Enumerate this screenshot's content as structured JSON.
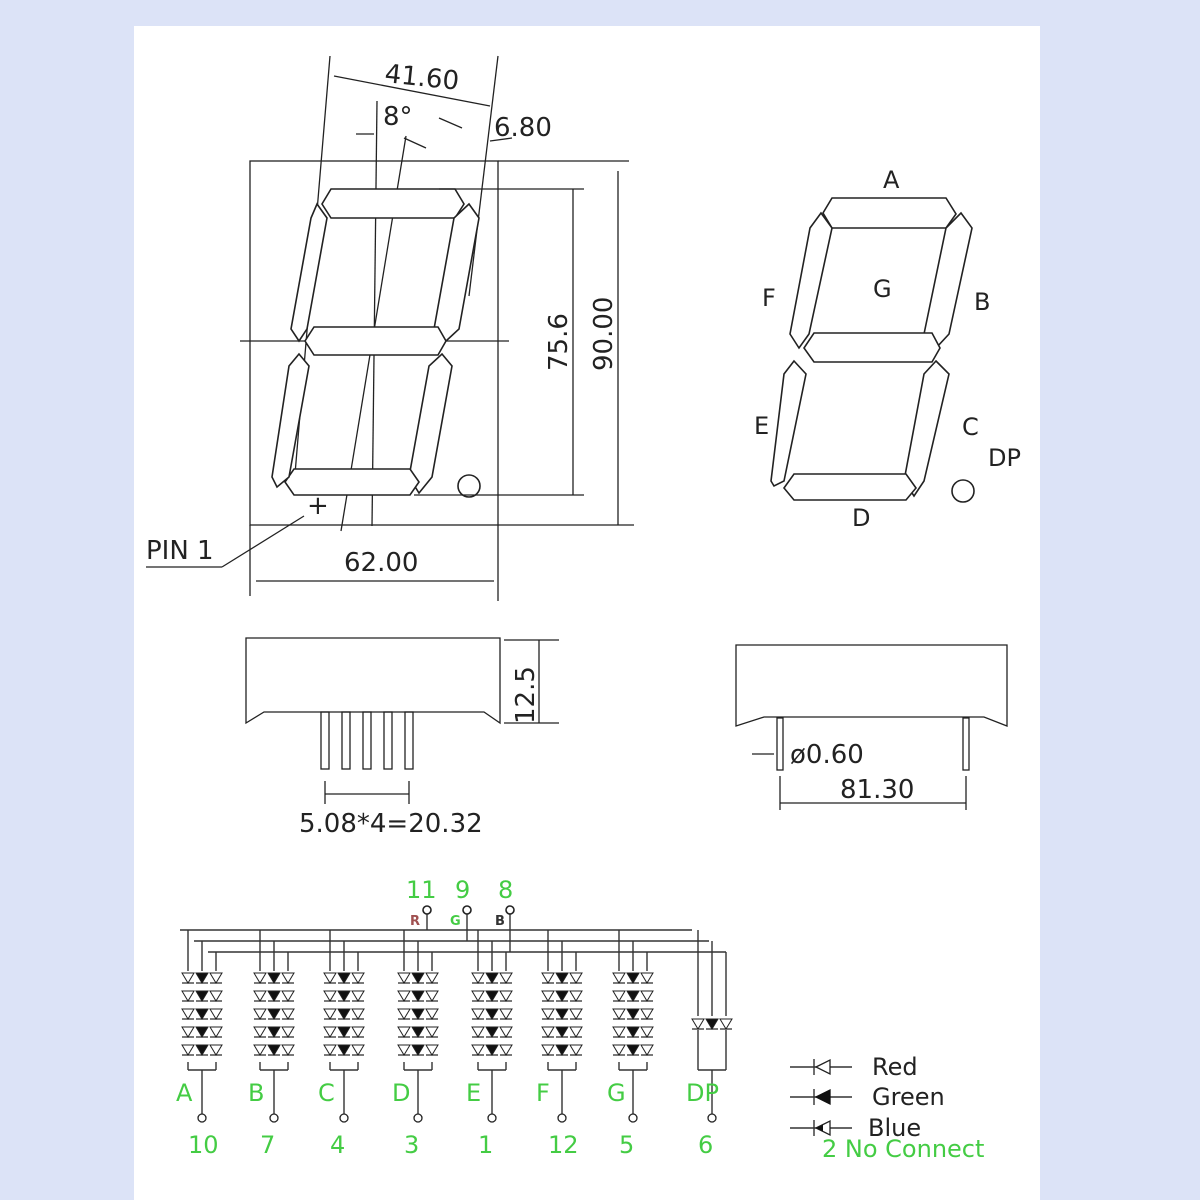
{
  "front_view": {
    "dims": {
      "top_width": "41.60",
      "slant_angle": "8°",
      "segment_width": "6.80",
      "digit_height": "75.6",
      "total_height": "90.00",
      "total_width": "62.00"
    },
    "pin1_label": "PIN 1",
    "pin1_mark": "+"
  },
  "segment_map": {
    "labels": {
      "a": "A",
      "b": "B",
      "c": "C",
      "d": "D",
      "e": "E",
      "f": "F",
      "g": "G",
      "dp": "DP"
    }
  },
  "side_view": {
    "height": "12.5",
    "pin_pitch": "5.08*4=20.32"
  },
  "end_view": {
    "pin_diameter": "ø0.60",
    "pin_span": "81.30"
  },
  "circuit": {
    "common_pins": [
      "11",
      "9",
      "8"
    ],
    "common_tags": [
      "R",
      "G",
      "B"
    ],
    "common_tag_colors": [
      "#a05050",
      "#44cc44",
      "#333333"
    ],
    "segments": [
      {
        "name": "A",
        "pin": "10"
      },
      {
        "name": "B",
        "pin": "7"
      },
      {
        "name": "C",
        "pin": "4"
      },
      {
        "name": "D",
        "pin": "3"
      },
      {
        "name": "E",
        "pin": "1"
      },
      {
        "name": "F",
        "pin": "12"
      },
      {
        "name": "G",
        "pin": "5"
      },
      {
        "name": "DP",
        "pin": "6"
      }
    ]
  },
  "legend": {
    "red": "Red",
    "green": "Green",
    "blue": "Blue",
    "note": "2 No Connect"
  },
  "colors": {
    "page_bg": "#dce3f7",
    "sheet_bg": "#ffffff",
    "label_green": "#44cc44"
  }
}
